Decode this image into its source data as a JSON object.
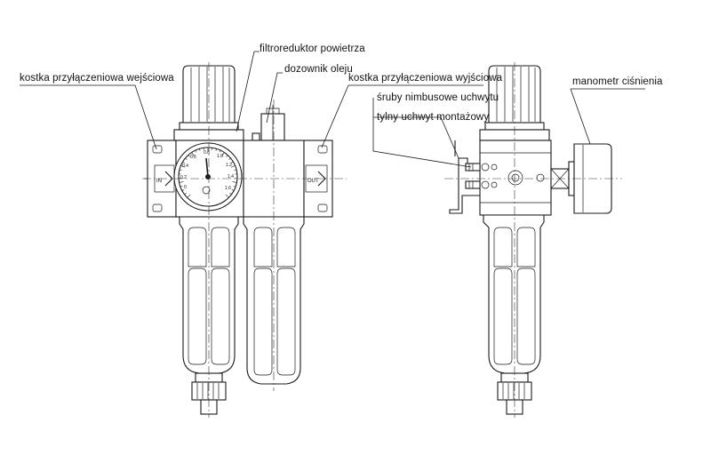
{
  "labels": {
    "filtroreduktor": "filtroreduktor powietrza",
    "dozownik": "dozownik oleju",
    "kostka_wejsciowa": "kostka przyłączeniowa wejściowa",
    "kostka_wyjsciowa": "kostka przyłączeniowa wyjściowa",
    "sruby": "śruby nimbusowe uchwytu",
    "uchwyt": "tylny uchwyt montażowy",
    "manometr": "manometr ciśnienia"
  },
  "gauge_scale": [
    "0",
    "0.2",
    "0.4",
    "0.6",
    "0.8",
    "1.0",
    "1.2",
    "1.4",
    "1.6"
  ],
  "port_in": "IN",
  "port_out": "OUT"
}
